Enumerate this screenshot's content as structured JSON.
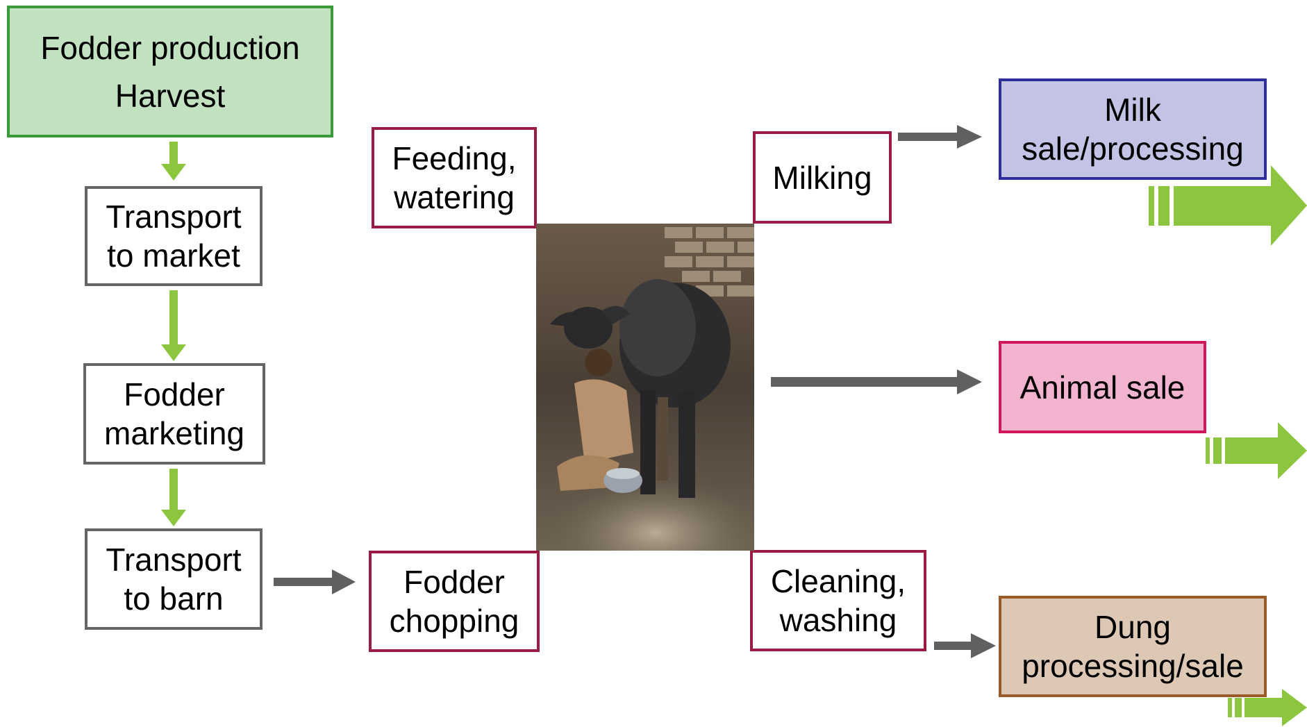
{
  "fodder_production": {
    "line1": "Fodder production",
    "line2": "Harvest"
  },
  "transport_to_market": {
    "line1": "Transport",
    "line2": "to market"
  },
  "fodder_marketing": {
    "line1": "Fodder",
    "line2": "marketing"
  },
  "transport_to_barn": {
    "line1": "Transport",
    "line2": "to barn"
  },
  "feeding_watering": {
    "line1": "Feeding,",
    "line2": "watering"
  },
  "fodder_chopping": {
    "line1": "Fodder",
    "line2": "chopping"
  },
  "milking": {
    "label": "Milking"
  },
  "cleaning_washing": {
    "line1": "Cleaning,",
    "line2": "washing"
  },
  "milk_sale": {
    "line1": "Milk",
    "line2": "sale/processing"
  },
  "animal_sale": {
    "label": "Animal sale"
  },
  "dung_processing": {
    "line1": "Dung",
    "line2": "processing/sale"
  },
  "colors": {
    "green_arrow": "#8cc63f",
    "grey_arrow": "#606060",
    "fodder_fill": "#c1e1c1",
    "fodder_border": "#3a9a3a",
    "milk_fill": "#c3c3e5",
    "milk_border": "#2e2e9a",
    "animal_fill": "#f1b3cf",
    "animal_border": "#d0175a",
    "dung_fill": "#dcc8b5",
    "dung_border": "#9a5a28",
    "process_border": "#9b1b42",
    "step_border": "#666666"
  },
  "photo_icon": "buffalo-milking-photo"
}
